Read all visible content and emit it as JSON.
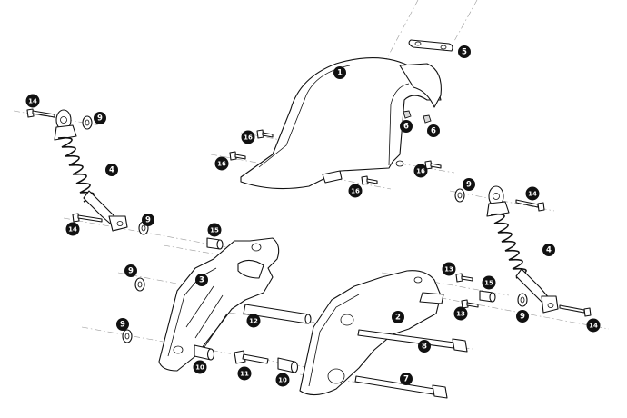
{
  "diagram": {
    "style": {
      "callout_fill": "#111111",
      "callout_text": "#ffffff",
      "line_color": "#111111",
      "axis_color": "#9a9a9a"
    },
    "callouts": {
      "mudguard": "1",
      "swingarm_plate_right": "2",
      "swingarm_plate_left": "3",
      "shock_left": "4",
      "shock_right": "4",
      "mudguard_bracket": "5",
      "nut_a": "6",
      "nut_b": "6",
      "axle_bolt": "7",
      "long_bolt": "8",
      "washer_shock_left_top": "9",
      "washer_shock_left_bottom": "9",
      "washer_plate_left_upper": "9",
      "washer_plate_left_lower": "9",
      "washer_shock_right_top": "9",
      "washer_shock_right_bottom": "9",
      "spacer_left": "10",
      "spacer_middle": "10",
      "bolt_11": "11",
      "spacer_rod": "12",
      "bolt_13_upper": "13",
      "bolt_13_lower": "13",
      "bolt_14_left_top": "14",
      "bolt_14_left_bottom": "14",
      "bolt_14_right_top": "14",
      "bolt_14_right_bottom": "14",
      "bushing_15_left": "15",
      "bushing_15_right": "15",
      "screw_16_a": "16",
      "screw_16_b": "16",
      "screw_16_c": "16",
      "screw_16_d": "16"
    }
  }
}
